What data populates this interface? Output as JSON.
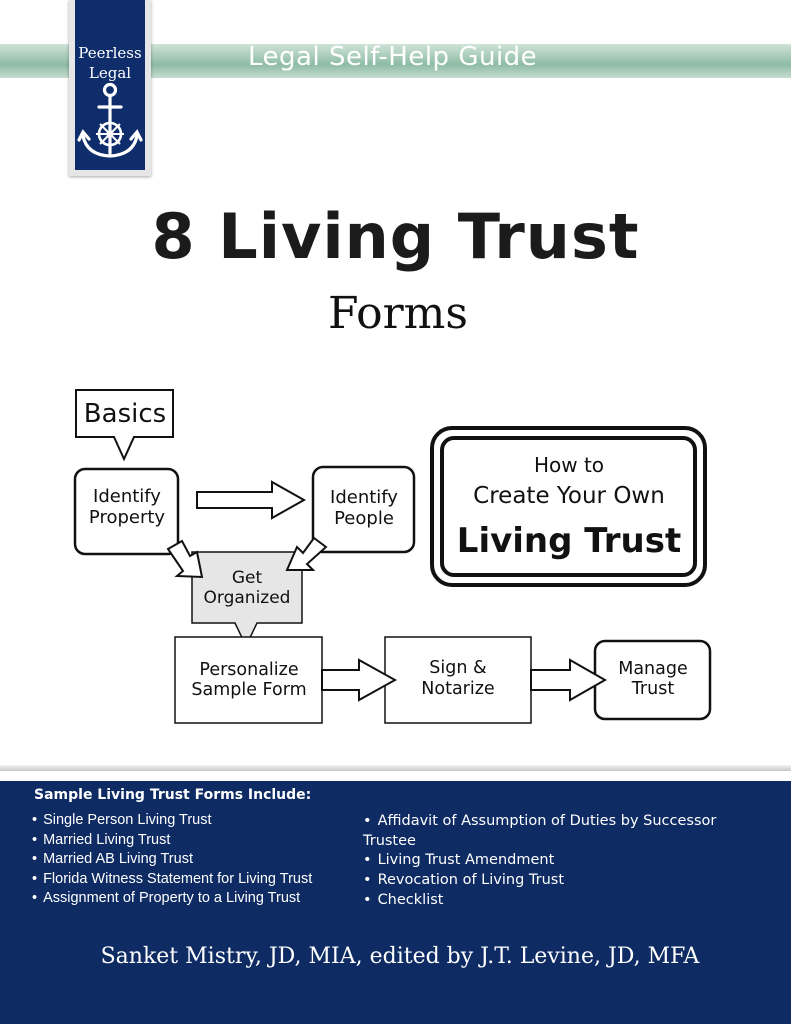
{
  "header": {
    "band_title": "Legal Self-Help Guide",
    "logo_line1": "Peerless",
    "logo_line2": "Legal",
    "logo_icon": "anchor-icon",
    "brand_color": "#0f2d6b",
    "band_color": "#9fc6b2"
  },
  "title": {
    "main": "8 Living Trust",
    "sub": "Forms"
  },
  "diagram": {
    "basics": "Basics",
    "identify_property": [
      "Identify",
      "Property"
    ],
    "identify_people": [
      "Identify",
      "People"
    ],
    "get_organized": [
      "Get",
      "Organized"
    ],
    "personalize": [
      "Personalize",
      "Sample Form"
    ],
    "sign": [
      "Sign &",
      "Notarize"
    ],
    "manage": [
      "Manage",
      "Trust"
    ],
    "howto": [
      "How to",
      "Create Your Own",
      "Living Trust"
    ]
  },
  "panel": {
    "background": "#0e2b63",
    "heading": "Sample Living Trust Forms Include:",
    "left_items": [
      "Single Person Living Trust",
      "Married Living Trust",
      "Married AB Living Trust",
      "Florida Witness Statement for Living Trust",
      "Assignment of Property to a Living Trust"
    ],
    "right_items": [
      "Affidavit of Assumption of Duties by Successor Trustee",
      "Living Trust Amendment",
      "Revocation of Living Trust",
      "Checklist"
    ],
    "author": "Sanket Mistry, JD, MIA, edited by J.T. Levine, JD, MFA"
  }
}
